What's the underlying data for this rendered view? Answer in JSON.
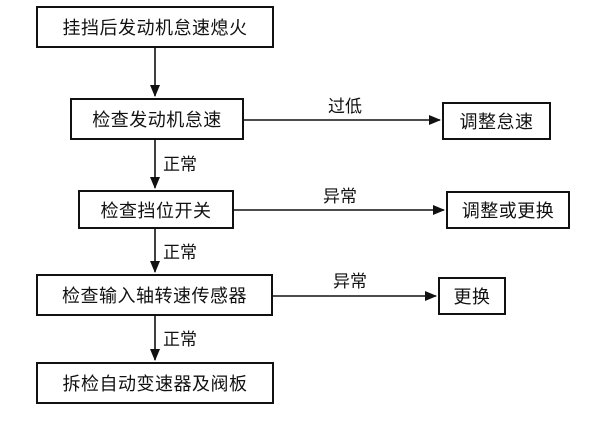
{
  "flowchart": {
    "steps": [
      {
        "label": "挂挡后发动机怠速熄火"
      },
      {
        "label": "检查发动机怠速",
        "branch_condition": "过低",
        "branch_action": "调整怠速"
      },
      {
        "label": "检查挡位开关",
        "branch_condition": "异常",
        "branch_action": "调整或更换"
      },
      {
        "label": "检查输入轴转速传感器",
        "branch_condition": "异常",
        "branch_action": "更换"
      },
      {
        "label": "拆检自动变速器及阀板"
      }
    ],
    "normal_labels": [
      "正常",
      "正常",
      "正常"
    ],
    "colors": {
      "stroke": "#111111",
      "background": "#ffffff",
      "text": "#111111"
    }
  }
}
